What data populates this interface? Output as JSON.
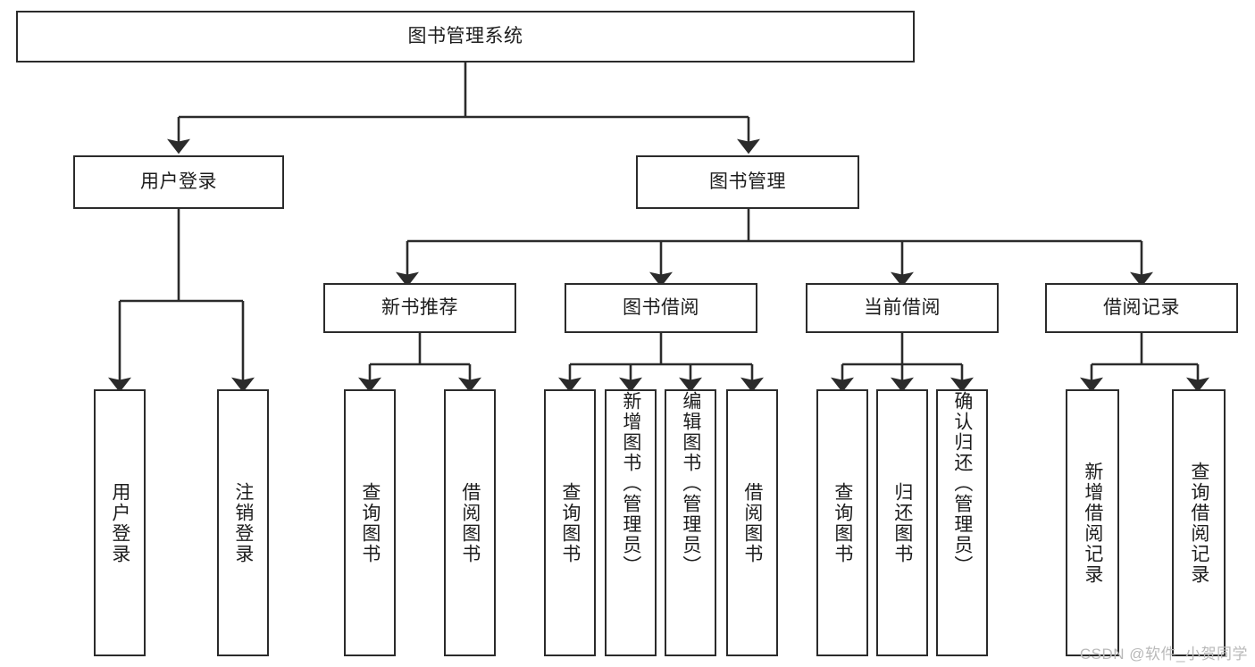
{
  "diagram": {
    "title": "图书管理系统",
    "type": "tree",
    "root": {
      "label": "图书管理系统"
    },
    "level2": [
      {
        "label": "用户登录"
      },
      {
        "label": "图书管理"
      }
    ],
    "level3": [
      {
        "label": "新书推荐"
      },
      {
        "label": "图书借阅"
      },
      {
        "label": "当前借阅"
      },
      {
        "label": "借阅记录"
      }
    ],
    "leaves": {
      "user_login": [
        {
          "label": "用户登录"
        },
        {
          "label": "注销登录"
        }
      ],
      "new_book": [
        {
          "label": "查询图书"
        },
        {
          "label": "借阅图书"
        }
      ],
      "book_borrow": [
        {
          "label": "查询图书"
        },
        {
          "label": "新增图书（管理员）"
        },
        {
          "label": "编辑图书（管理员）"
        },
        {
          "label": "借阅图书"
        }
      ],
      "current_borrow": [
        {
          "label": "查询图书"
        },
        {
          "label": "归还图书"
        },
        {
          "label": "确认归还（管理员）"
        }
      ],
      "borrow_record": [
        {
          "label": "新增借阅记录"
        },
        {
          "label": "查询借阅记录"
        }
      ]
    }
  },
  "watermark": {
    "text": "CSDN @软件_小贺同学"
  },
  "colors": {
    "stroke": "#2b2b2b",
    "fill": "#ffffff",
    "text": "#1d1d1d",
    "watermark": "#b9b9b9"
  }
}
